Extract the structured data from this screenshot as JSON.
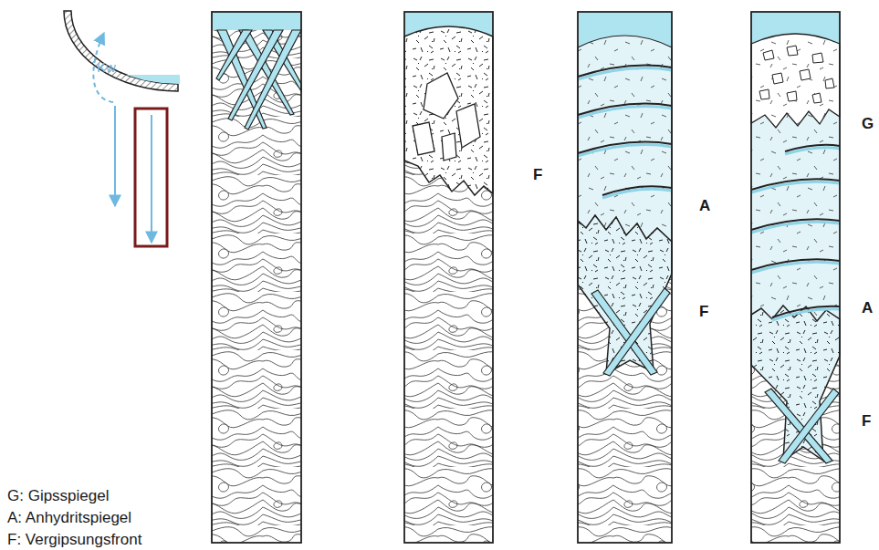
{
  "diagram": {
    "labels": [
      "Kw",
      "F",
      "A",
      "F",
      "G",
      "A",
      "F",
      "G: Gipsspiegel",
      "A: Anhydritspiegel",
      "F: Vergipsungsfront"
    ]
  }
}
